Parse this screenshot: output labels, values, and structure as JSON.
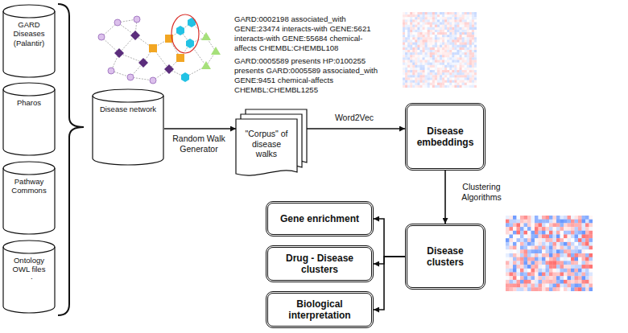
{
  "diagram": {
    "nodes": [
      {
        "text": [
          "GARD Diseases (Palantir)"
        ]
      },
      {
        "text": [
          "Pharos"
        ]
      },
      {
        "text": [
          "Pathway Commons"
        ]
      },
      {
        "text": [
          "Ontology OWL files"
        ]
      },
      {
        "text": [
          "Disease network"
        ]
      },
      {
        "text": [
          "\"Corpus\" of disease walks"
        ]
      },
      {
        "text": [
          "Disease embeddings"
        ]
      },
      {
        "text": [
          "Disease clusters"
        ]
      },
      {
        "text": [
          "Gene enrichment"
        ]
      },
      {
        "text": [
          "Drug - Disease clusters"
        ]
      },
      {
        "text": [
          "Biological interpretation"
        ]
      }
    ],
    "edges": [
      {
        "from": 4,
        "to": 5,
        "arrow": "to",
        "label": "Random Walk Generator"
      },
      {
        "from": 5,
        "to": 6,
        "arrow": "to",
        "label": "Word2Vec"
      },
      {
        "from": 6,
        "to": 7,
        "arrow": "to",
        "label": "Clustering Algorithms"
      },
      {
        "from": 7,
        "to": 8,
        "arrow": "to"
      },
      {
        "from": 7,
        "to": 9,
        "arrow": "to"
      },
      {
        "from": 7,
        "to": 10,
        "arrow": "to"
      }
    ],
    "labels": [
      "GARD:0002198 associated_with GENE:23474 interacts-with GENE:5621 interacts-with GENE:55684 chemical-affects CHEMBL:CHEMBL108",
      "GARD:0005589 presents HP:0100255 presents GARD:0005589 associated_with GENE:9451 chemical-affects CHEMBL:CHEMBL1255",
      "."
    ]
  }
}
